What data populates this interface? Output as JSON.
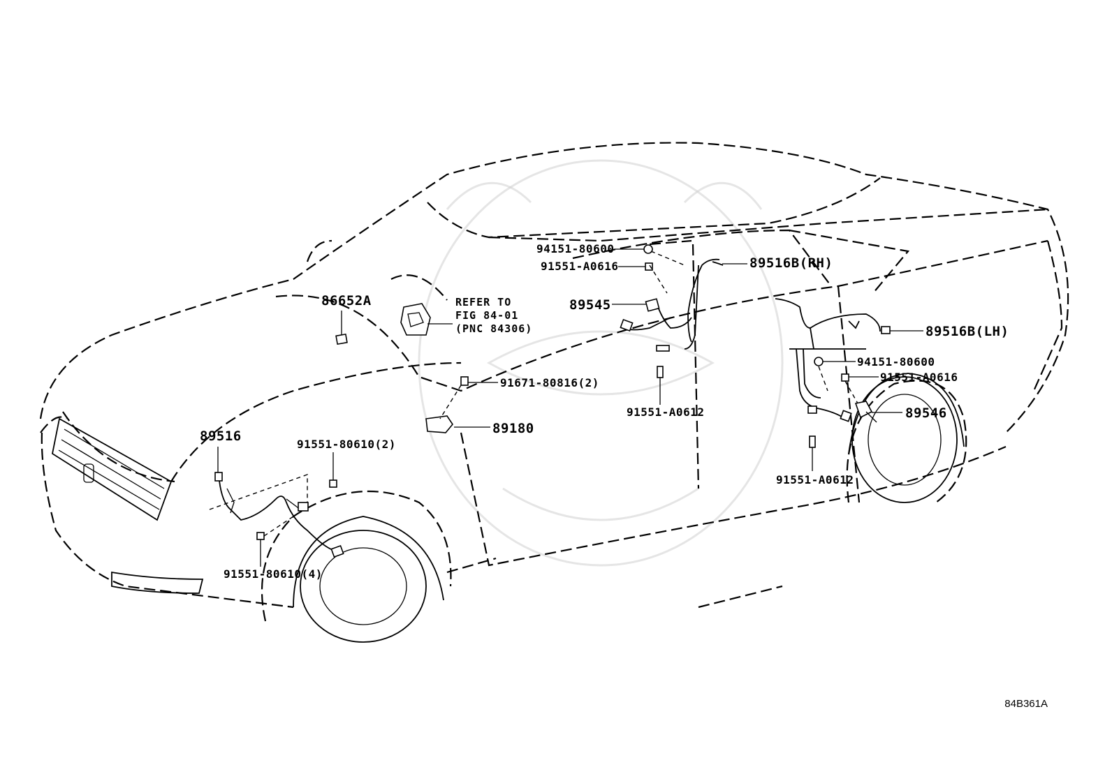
{
  "callouts": {
    "p86652a": "86652A",
    "refer_line1": "REFER TO",
    "refer_line2": "FIG 84-01",
    "refer_line3": "(PNC 84306)",
    "p94151_80600_top": "94151-80600",
    "p91551_a0616_top": "91551-A0616",
    "p89516b_rh": "89516B(RH)",
    "p89545": "89545",
    "p89516b_lh": "89516B(LH)",
    "p94151_80600_rear": "94151-80600",
    "p91551_a0616_rear": "91551-A0616",
    "p89546": "89546",
    "p91671_80816": "91671-80816(2)",
    "p89180": "89180",
    "p91551_a0612_mid": "91551-A0612",
    "p91551_a0612_rear": "91551-A0612",
    "p89516": "89516",
    "p91551_80610_2": "91551-80610(2)",
    "p91551_80610_4": "91551-80610(4)"
  },
  "diagram_code": "84B361A"
}
